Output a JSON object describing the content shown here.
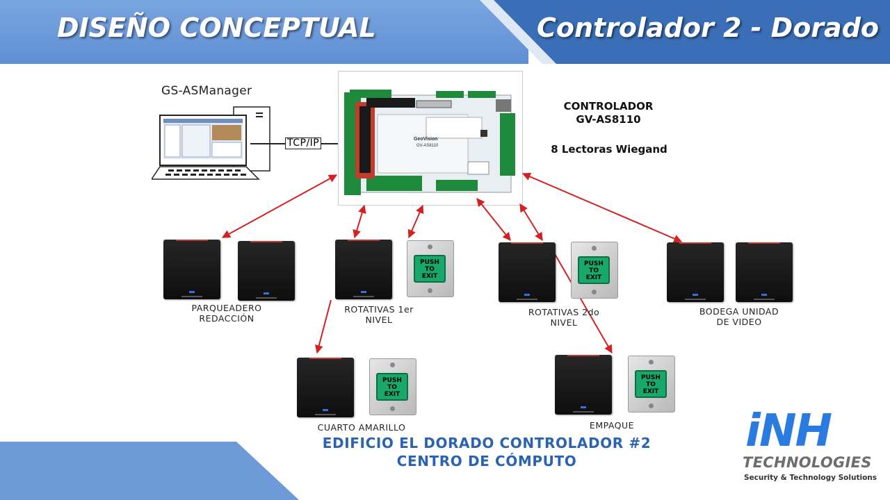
{
  "header": {
    "left_title": "DISEÑO CONCEPTUAL",
    "right_title": "Controlador 2 - Dorado"
  },
  "software": {
    "name": "GS-ASManager",
    "connection": "TCP/IP"
  },
  "controller": {
    "line1": "CONTROLADOR",
    "line2": "GV-AS8110",
    "readers": "8 Lectoras Wiegand",
    "board_brand": "GeoVision",
    "board_model": "GV-AS8110"
  },
  "exit_button": {
    "line1": "PUSH",
    "line2": "TO",
    "line3": "EXIT"
  },
  "areas": [
    {
      "line1": "PARQUEADERO",
      "line2": "REDACCIÓN"
    },
    {
      "line1": "ROTATIVAS 1er",
      "line2": "NIVEL"
    },
    {
      "line1": "ROTATIVAS 2do",
      "line2": "NIVEL"
    },
    {
      "line1": "BODEGA UNIDAD",
      "line2": "DE VIDEO"
    },
    {
      "line1": "CUARTO AMARILLO",
      "line2": ""
    },
    {
      "line1": "EMPAQUE",
      "line2": ""
    }
  ],
  "footer": {
    "line1": "EDIFICIO EL DORADO CONTROLADOR #2",
    "line2": "CENTRO DE CÓMPUTO"
  },
  "logo": {
    "name": "iNH",
    "line1": "TECHNOLOGIES",
    "line2": "Security & Technology Solutions"
  },
  "colors": {
    "header_left": "#6b98d9",
    "header_right": "#3a6fb8",
    "footer_text": "#2a63b2",
    "arrow": "#d42020",
    "logo_blue": "#2a7be0",
    "logo_gray": "#6d6d6d"
  }
}
